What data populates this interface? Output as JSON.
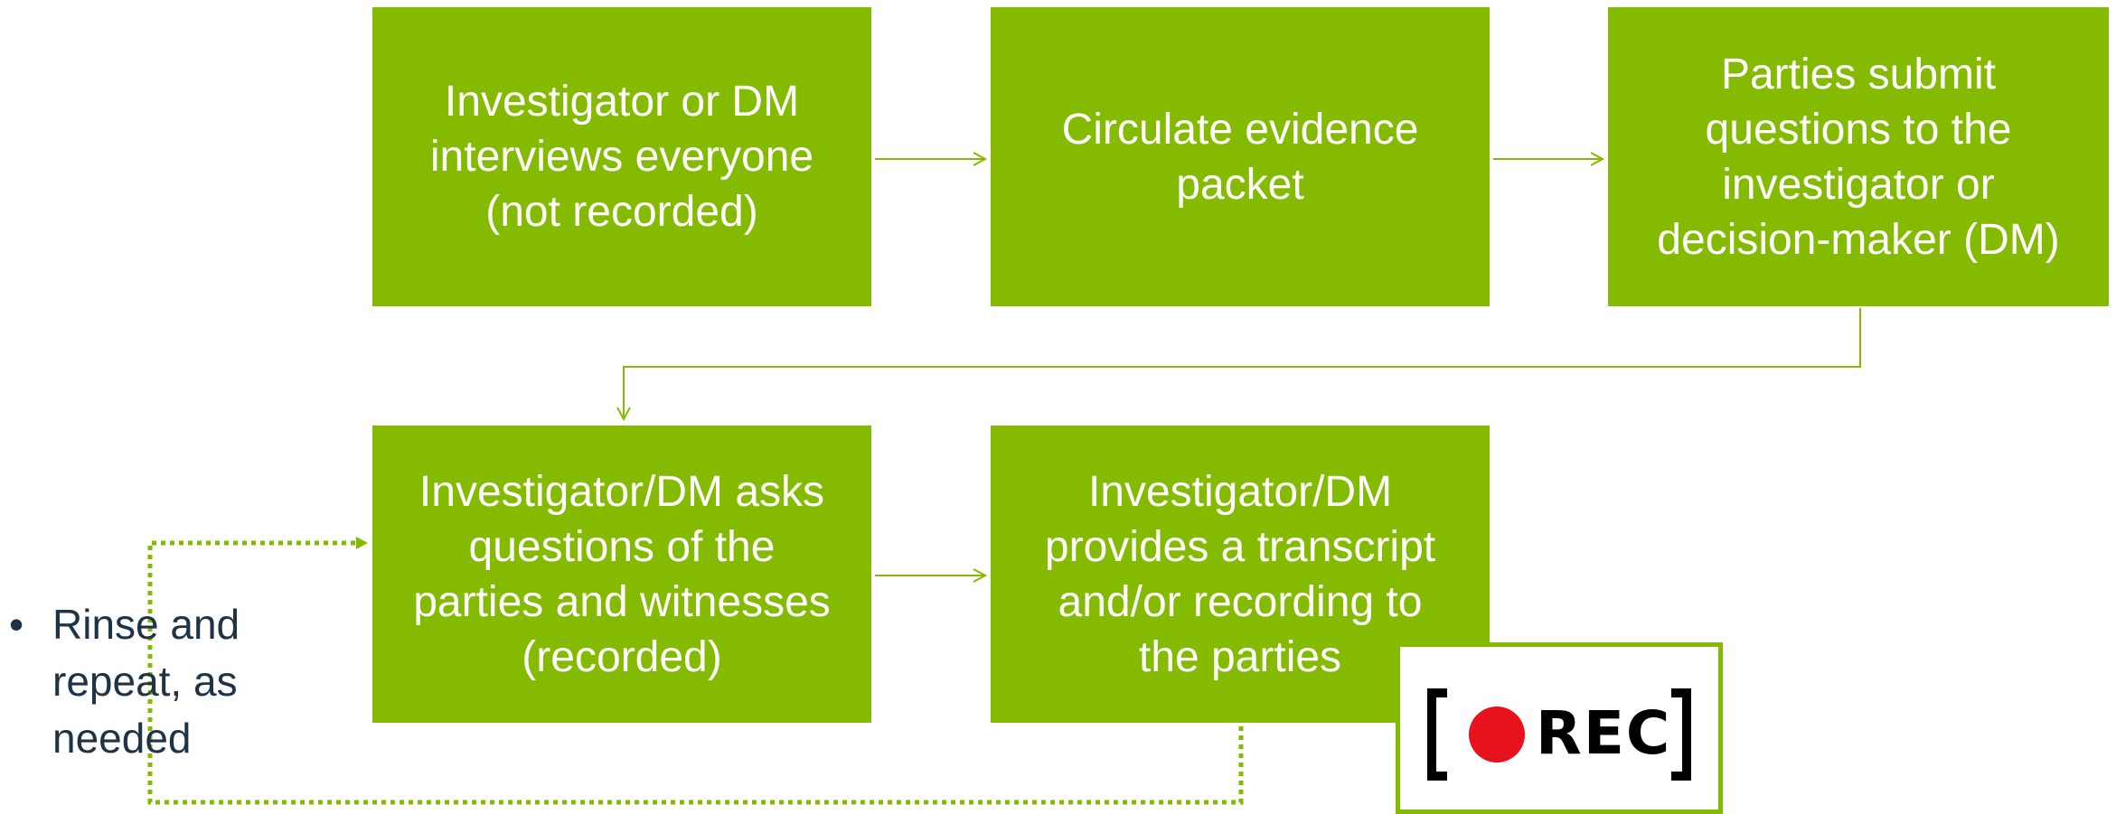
{
  "colors": {
    "box_fill": "#84BB00",
    "box_text": "#FFFFFF",
    "connector": "#84BB00",
    "bullet_text": "#1F3346",
    "rec_dot": "#E8121C"
  },
  "steps": [
    {
      "text": "Investigator or DM\ninterviews everyone\n(not recorded)"
    },
    {
      "text": "Circulate evidence\npacket"
    },
    {
      "text": "Parties submit\nquestions to the\ninvestigator or\ndecision-maker (DM)"
    },
    {
      "text": "Investigator/DM asks\nquestions of the\nparties and witnesses\n(recorded)"
    },
    {
      "text": "Investigator/DM\nprovides a transcript\nand/or recording to\nthe parties"
    }
  ],
  "bullet": {
    "marker": "•",
    "text": "Rinse and\nrepeat, as\nneeded"
  },
  "rec_badge": {
    "label": "REC",
    "icon": "record-dot-icon"
  }
}
